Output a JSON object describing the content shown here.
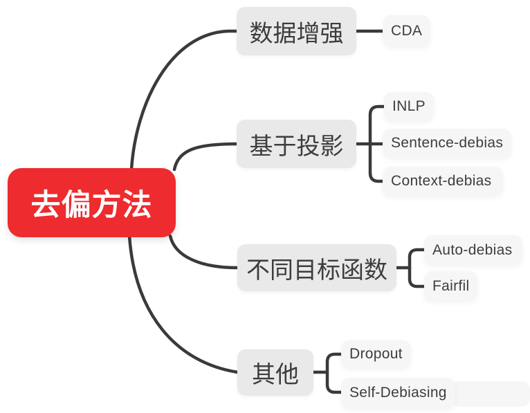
{
  "root": {
    "label": "去偏方法"
  },
  "branches": [
    {
      "label": "数据增强",
      "children": [
        {
          "label": "CDA"
        }
      ]
    },
    {
      "label": "基于投影",
      "children": [
        {
          "label": "INLP"
        },
        {
          "label": "Sentence-debias"
        },
        {
          "label": "Context-debias"
        }
      ]
    },
    {
      "label": "不同目标函数",
      "children": [
        {
          "label": "Auto-debias"
        },
        {
          "label": "Fairfil"
        }
      ]
    },
    {
      "label": "其他",
      "children": [
        {
          "label": "Dropout"
        },
        {
          "label": "Self-Debiasing"
        }
      ]
    }
  ],
  "colors": {
    "root_bg": "#ee2b2e",
    "root_text": "#ffffff",
    "branch_bg": "#e9e9e9",
    "child_bg": "#f6f6f6",
    "node_text": "#3d3d3d",
    "connector": "#3a3a3a",
    "canvas_bg": "#ffffff"
  }
}
